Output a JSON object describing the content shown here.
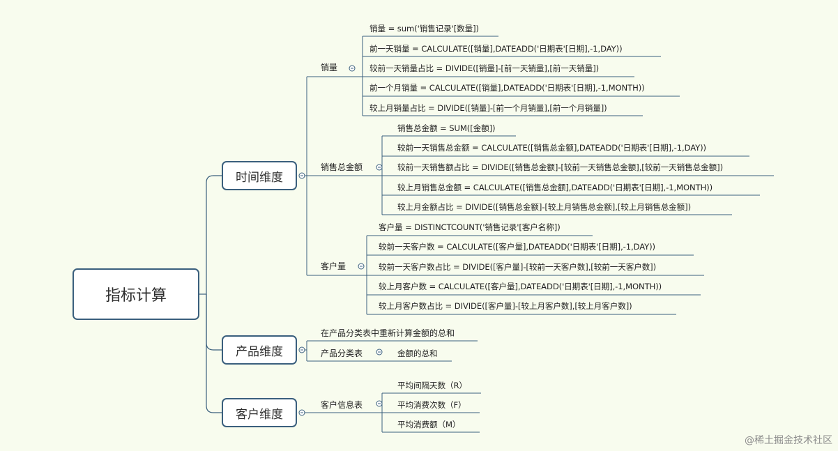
{
  "root": {
    "label": "指标计算"
  },
  "categories": [
    {
      "label": "时间维度"
    },
    {
      "label": "产品维度"
    },
    {
      "label": "客户维度"
    }
  ],
  "time": {
    "groups": [
      {
        "label": "销量",
        "items": [
          "销量 = sum('销售记录'[数量])",
          "前一天销量 = CALCULATE([销量],DATEADD('日期表'[日期],-1,DAY))",
          "较前一天销量占比 = DIVIDE([销量]-[前一天销量],[前一天销量])",
          "前一个月销量 = CALCULATE([销量],DATEADD('日期表'[日期],-1,MONTH))",
          "较上月销量占比 = DIVIDE([销量]-[前一个月销量],[前一个月销量])"
        ]
      },
      {
        "label": "销售总金额",
        "items": [
          "销售总金额 = SUM([金额])",
          "较前一天销售总金额 = CALCULATE([销售总金额],DATEADD('日期表'[日期],-1,DAY))",
          "较前一天销售额占比 = DIVIDE([销售总金额]-[较前一天销售总金额],[较前一天销售总金额])",
          "较上月销售总金额 = CALCULATE([销售总金额],DATEADD('日期表'[日期],-1,MONTH))",
          "较上月金额占比 = DIVIDE([销售总金额]-[较上月销售总金额],[较上月销售总金额])"
        ]
      },
      {
        "label": "客户量",
        "items": [
          "客户量 = DISTINCTCOUNT('销售记录'[客户名称])",
          "较前一天客户数 = CALCULATE([客户量],DATEADD('日期表'[日期],-1,DAY))",
          "较前一天客户数占比 = DIVIDE([客户量]-[较前一天客户数],[较前一天客户数])",
          "较上月客户数 = CALCULATE([客户量],DATEADD('日期表'[日期],-1,MONTH))",
          "较上月客户数占比 = DIVIDE([客户量]-[较上月客户数],[较上月客户数])"
        ]
      }
    ]
  },
  "product": {
    "note": "在产品分类表中重新计算金额的总和",
    "group": {
      "label": "产品分类表",
      "items": [
        "金额的总和"
      ]
    }
  },
  "customer": {
    "group": {
      "label": "客户信息表",
      "items": [
        "平均间隔天数（R）",
        "平均消费次数（F）",
        "平均消费额（M）"
      ]
    }
  },
  "watermark": "@稀土掘金技术社区",
  "colors": {
    "background": "#f8fcee",
    "line": "#3a5f7d",
    "node_border": "#3a5f7d"
  }
}
